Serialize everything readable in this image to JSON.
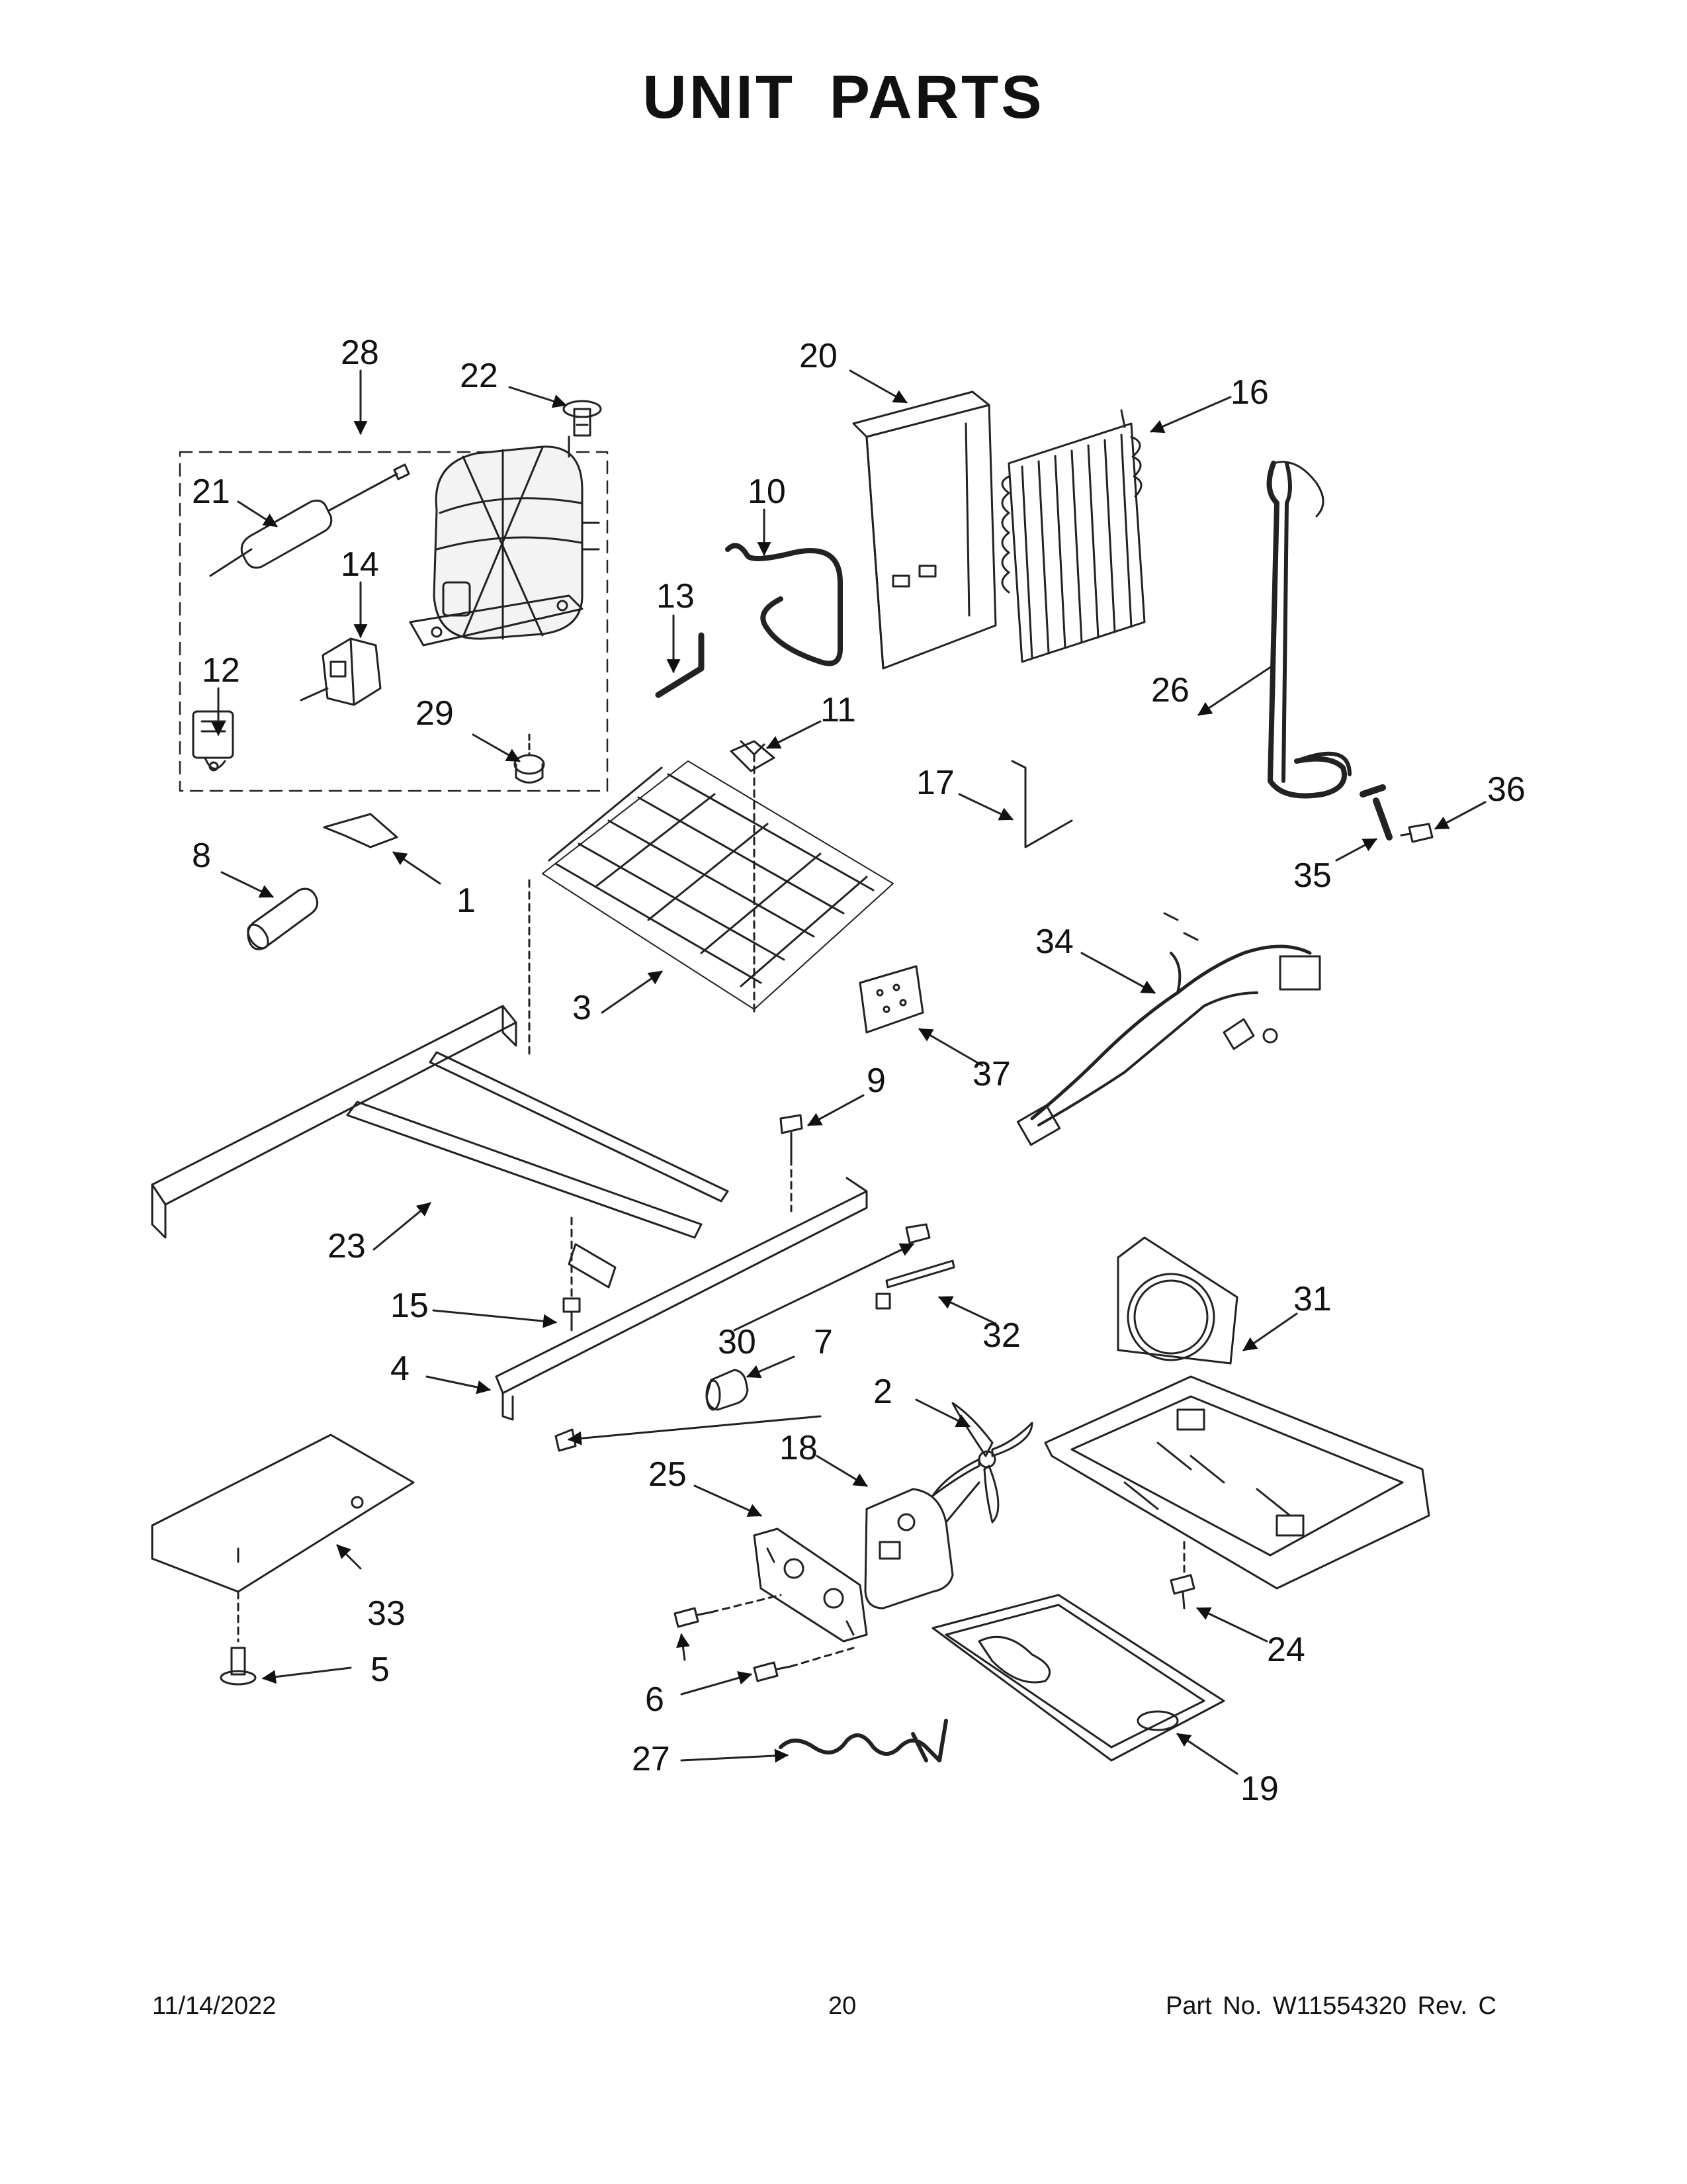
{
  "title": "UNIT PARTS",
  "footer": {
    "date": "11/14/2022",
    "page": "20",
    "part": "Part No.  W11554320  Rev.  C"
  },
  "callouts": {
    "c1": "1",
    "c2": "2",
    "c3": "3",
    "c4": "4",
    "c5": "5",
    "c6": "6",
    "c7": "7",
    "c8": "8",
    "c9": "9",
    "c10": "10",
    "c11": "11",
    "c12": "12",
    "c13": "13",
    "c14": "14",
    "c15": "15",
    "c16": "16",
    "c17": "17",
    "c18": "18",
    "c19": "19",
    "c20": "20",
    "c21": "21",
    "c22": "22",
    "c23": "23",
    "c24": "24",
    "c25": "25",
    "c26": "26",
    "c27": "27",
    "c28": "28",
    "c29": "29",
    "c30": "30",
    "c31": "31",
    "c32": "32",
    "c33": "33",
    "c34": "34",
    "c35": "35",
    "c36": "36",
    "c37": "37"
  }
}
